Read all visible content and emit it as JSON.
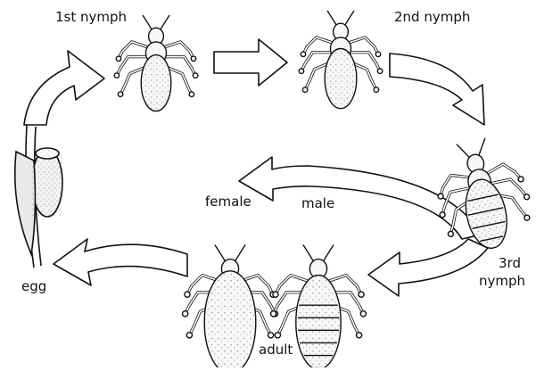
{
  "labels": {
    "first_nymph": "1st nymph",
    "second_nymph": "2nd nymph",
    "third_nymph_line1": "3rd",
    "third_nymph_line2": "nymph",
    "female": "female",
    "male": "male",
    "adult": "adult",
    "egg": "egg"
  },
  "colors": {
    "ink": "#111111",
    "body_fill": "#f7f7f7",
    "arrow_fill": "#ffffff",
    "background": "#ffffff"
  },
  "icons": {
    "egg": "louse-egg-on-hair",
    "first_nymph": "louse-nymph-icon",
    "second_nymph": "louse-nymph-icon",
    "third_nymph": "louse-nymph-icon",
    "female": "louse-adult-female-icon",
    "male": "louse-adult-male-icon"
  }
}
